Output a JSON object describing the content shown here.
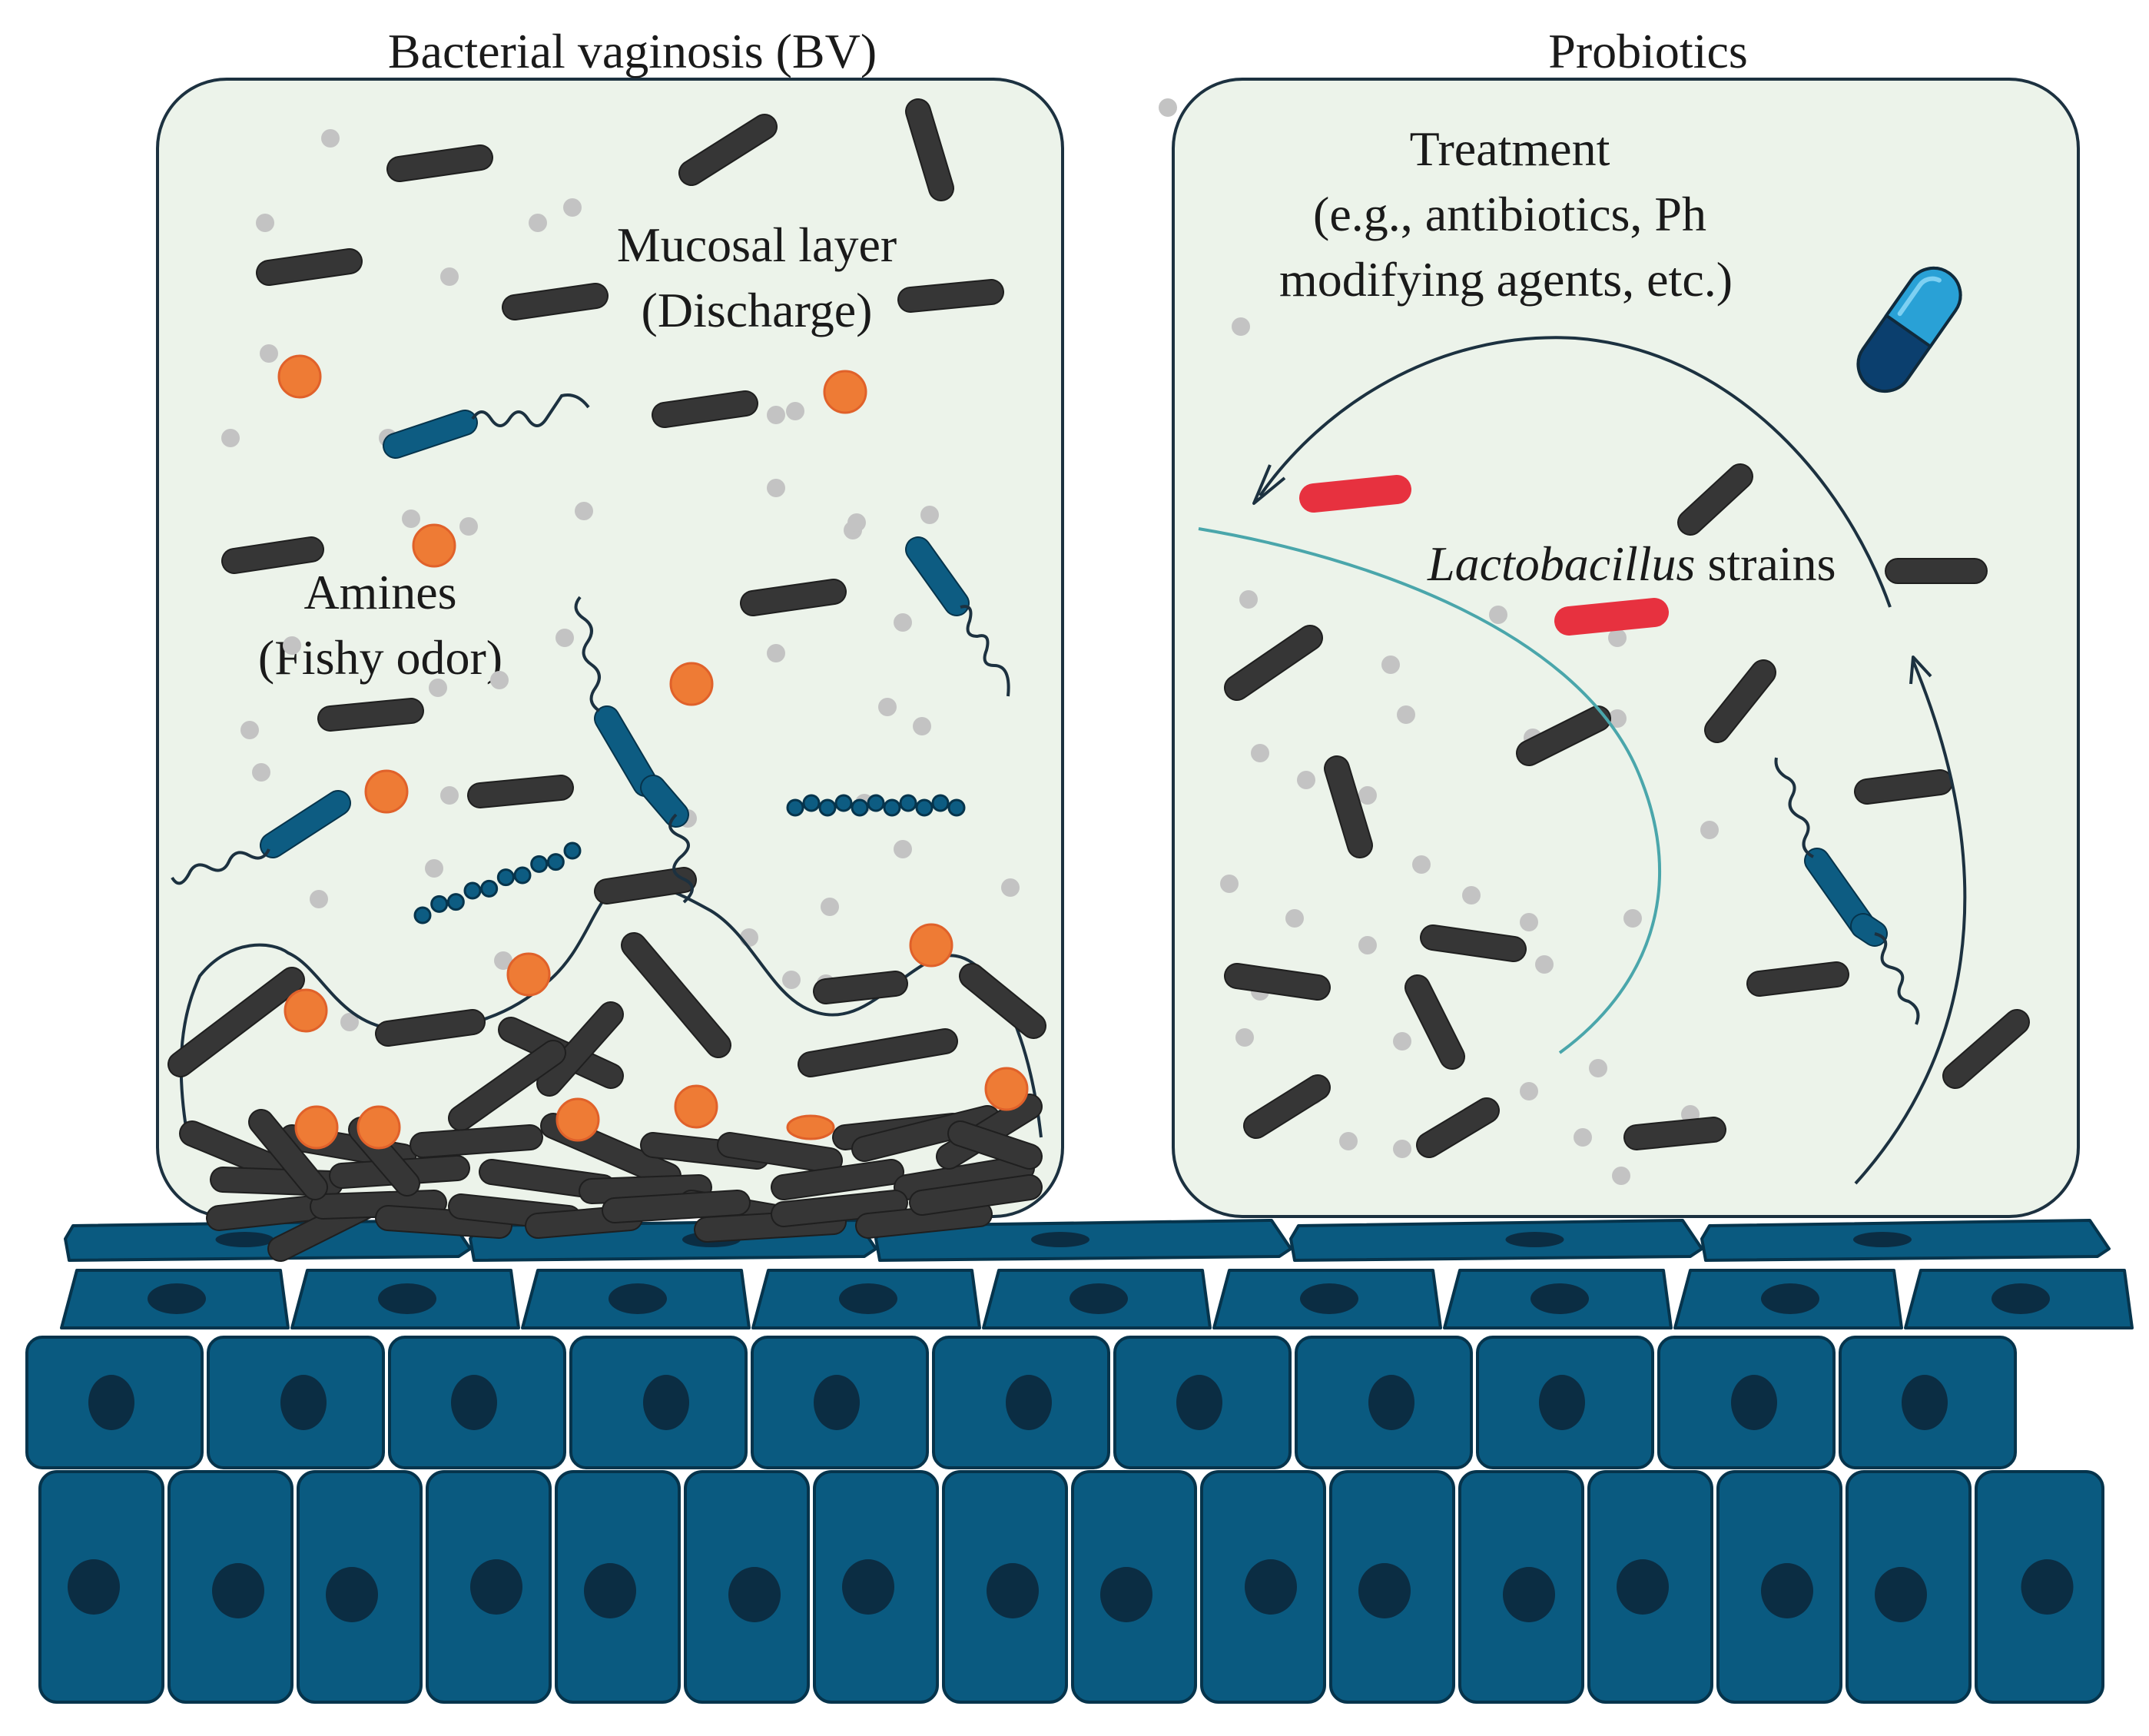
{
  "colors": {
    "panel_fill": "#ecf3ea",
    "panel_stroke": "#1c3140",
    "rod": "#363636",
    "rod_stroke": "#1f1f1f",
    "blue_bacterium": "#0d5c82",
    "amine_dot": "#ee7b35",
    "grey_dot": "#c3c3c3",
    "lactobacillus_red": "#e7313f",
    "cell_fill": "#0a5a80",
    "cell_stroke": "#06344c",
    "nucleus": "#0b2d43",
    "capsule_light": "#29a1d6",
    "capsule_dark": "#0b3f6e",
    "teal_arc": "#4aa6ab"
  },
  "left_panel": {
    "title": "Bacterial vaginosis (BV)",
    "mucosal_label_line1": "Mucosal layer",
    "mucosal_label_line2": "(Discharge)",
    "amines_label_line1": "Amines",
    "amines_label_line2": "(Fishy odor)"
  },
  "right_panel": {
    "title": "Probiotics",
    "treatment_line1": "Treatment",
    "treatment_line2": "(e.g., antibiotics, Ph",
    "treatment_line3": "modifying agents, etc.)",
    "lactobacillus_italic": "Lactobacillus",
    "lactobacillus_rest": " strains"
  },
  "icons": {
    "capsule": "capsule-icon",
    "arrow": "arrow-icon"
  }
}
